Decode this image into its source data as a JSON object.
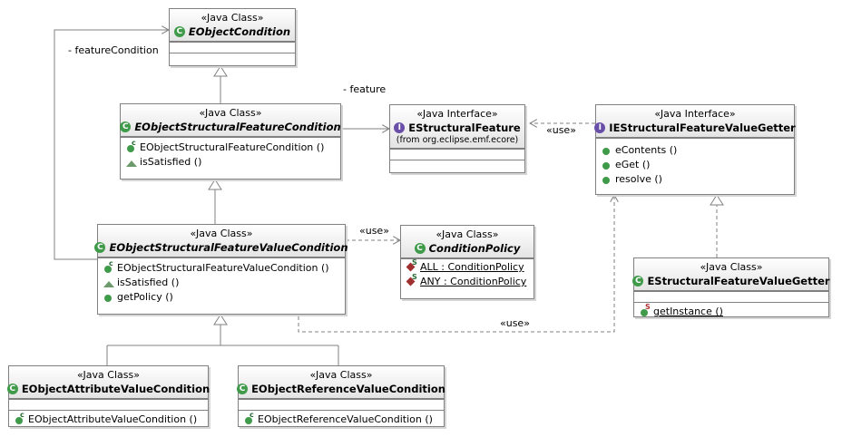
{
  "labels": {
    "feature_condition": "- featureCondition",
    "feature": "- feature",
    "use_top": "«use»",
    "use_mid": "«use»",
    "use_bottom": "«use»"
  },
  "classes": {
    "eobject_condition": {
      "stereotype": "«Java Class»",
      "name": "EObjectCondition",
      "icon": "C"
    },
    "sf_condition": {
      "stereotype": "«Java Class»",
      "name": "EObjectStructuralFeatureCondition",
      "icon": "C",
      "ops": [
        "EObjectStructuralFeatureCondition ()",
        "isSatisfied ()"
      ]
    },
    "structural_feature": {
      "stereotype": "«Java Interface»",
      "name": "EStructuralFeature",
      "from": "(from org.eclipse.emf.ecore)",
      "icon": "I"
    },
    "value_getter_iface": {
      "stereotype": "«Java Interface»",
      "name": "IEStructuralFeatureValueGetter",
      "icon": "I",
      "ops": [
        "eContents ()",
        "eGet ()",
        "resolve ()"
      ]
    },
    "sfv_condition": {
      "stereotype": "«Java Class»",
      "name": "EObjectStructuralFeatureValueCondition",
      "icon": "C",
      "ops": [
        "EObjectStructuralFeatureValueCondition ()",
        "isSatisfied ()",
        "getPolicy ()"
      ]
    },
    "condition_policy": {
      "stereotype": "«Java Class»",
      "name": "ConditionPolicy",
      "icon": "C",
      "fields": [
        "ALL : ConditionPolicy",
        "ANY : ConditionPolicy"
      ]
    },
    "value_getter": {
      "stereotype": "«Java Class»",
      "name": "EStructuralFeatureValueGetter",
      "icon": "C",
      "ops": [
        "getInstance ()"
      ]
    },
    "attr_condition": {
      "stereotype": "«Java Class»",
      "name": "EObjectAttributeValueCondition",
      "icon": "C",
      "ops": [
        "EObjectAttributeValueCondition ()"
      ]
    },
    "ref_condition": {
      "stereotype": "«Java Class»",
      "name": "EObjectReferenceValueCondition",
      "icon": "C",
      "ops": [
        "EObjectReferenceValueCondition ()"
      ]
    }
  },
  "colors": {
    "line": "#808080",
    "class_icon": "#3f9a4a",
    "interface_icon": "#6a4fa8"
  }
}
